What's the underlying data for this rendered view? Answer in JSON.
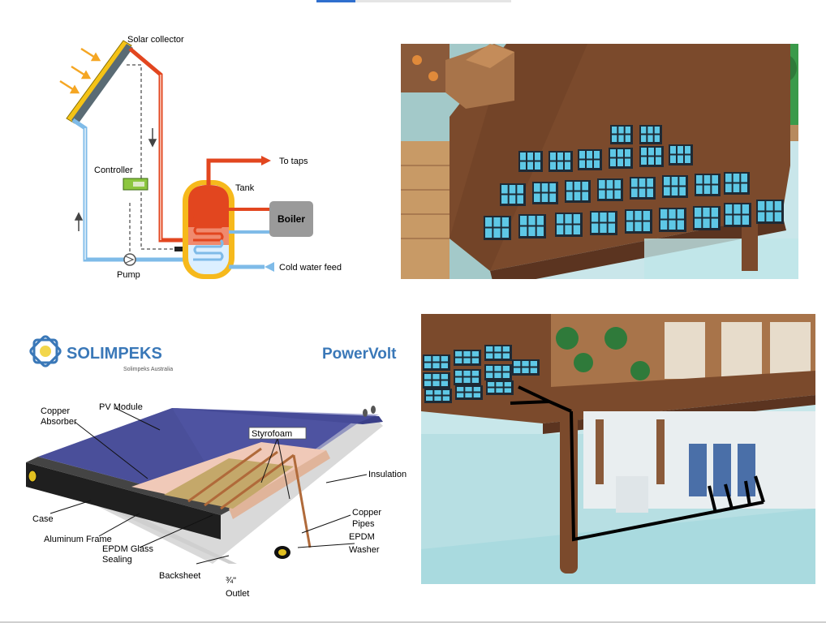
{
  "heating_diagram": {
    "labels": {
      "collector": "Solar collector",
      "controller": "Controller",
      "pump": "Pump",
      "tank": "Tank",
      "to_taps": "To taps",
      "boiler": "Boiler",
      "cold_feed": "Cold water feed"
    }
  },
  "pv_panel": {
    "brand": "SOLIMPEKS",
    "brand_sub": "Solimpeks Australia",
    "product": "PowerVolt",
    "labels": {
      "pv_module": "PV Module",
      "copper_absorber_1": "Copper",
      "copper_absorber_2": "Absorber",
      "styrofoam": "Styrofoam",
      "insulation": "Insulation",
      "case": "Case",
      "aluminum_frame": "Aluminum Frame",
      "epdm_glass_1": "EPDM Glass",
      "epdm_glass_2": "Sealing",
      "backsheet": "Backsheet",
      "outlet_1": "¾\"",
      "outlet_2": "Outlet",
      "copper_pipes_1": "Copper",
      "copper_pipes_2": "Pipes",
      "epdm_washer_1": "EPDM",
      "epdm_washer_2": "Washer"
    }
  },
  "colors": {
    "hot_pipe": "#e2461f",
    "cold_pipe": "#7fbbe8",
    "tank_outer": "#f6b91c",
    "brand_blue": "#3a78b8",
    "roof_brown": "#7b4a2c",
    "solar_cell": "#5ec8e6"
  }
}
